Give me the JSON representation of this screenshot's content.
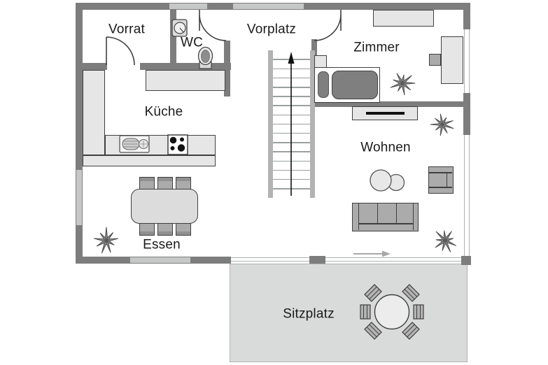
{
  "rooms": {
    "vorrat": {
      "label": "Vorrat"
    },
    "wc": {
      "label": "WC"
    },
    "vorplatz": {
      "label": "Vorplatz"
    },
    "zimmer": {
      "label": "Zimmer"
    },
    "kueche": {
      "label": "Küche"
    },
    "wohnen": {
      "label": "Wohnen"
    },
    "essen": {
      "label": "Essen"
    },
    "sitzplatz": {
      "label": "Sitzplatz"
    }
  },
  "stairs": {
    "treads": 16,
    "direction": "up"
  },
  "furniture_icons": [
    "staircase-up-arrow",
    "bed",
    "pillow",
    "mattress",
    "nightstand",
    "wardrobe",
    "desk",
    "desk-chair",
    "sideboard-with-tv",
    "coffee-table-large",
    "coffee-table-small",
    "armchair",
    "sofa-3-seat",
    "dining-table",
    "dining-chair",
    "kitchen-counter-L",
    "kitchen-sink",
    "stove-4-burners",
    "wc-hand-basin",
    "toilet",
    "terrace-round-table",
    "terrace-chair",
    "potted-plant",
    "entrance-direction-arrow"
  ],
  "colors": {
    "wall": "#7d7d7d",
    "window": "#c6c8c8",
    "outline": "#3f3f3f",
    "furn-light": "#e6e6e6",
    "furn-mid": "#ababab",
    "furn-dark": "#7f7f7f",
    "terrace": "#d9dbdb",
    "text": "#1a1a1a"
  }
}
